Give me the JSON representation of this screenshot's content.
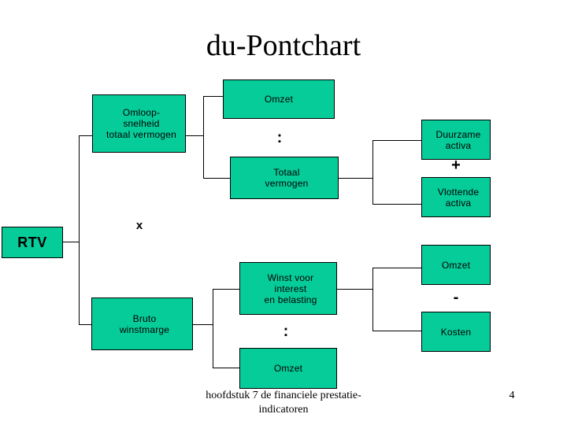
{
  "slide": {
    "title": "du-Pontchart",
    "background_color": "#ffffff",
    "node_fill_color": "#06CC99",
    "node_border_color": "#000000",
    "connector_color": "#000000"
  },
  "nodes": {
    "rtv": "RTV",
    "omloopsnelheid": "Omloop-\nsnelheid\ntotaal vermogen",
    "omloopsnelheid_line1": "Omloop-",
    "omloopsnelheid_line2": "snelheid",
    "omloopsnelheid_line3": "totaal vermogen",
    "omzet_top": "Omzet",
    "totaal_vermogen_line1": "Totaal",
    "totaal_vermogen_line2": "vermogen",
    "duurzame_activa_line1": "Duurzame",
    "duurzame_activa_line2": "activa",
    "vlottende_activa_line1": "Vlottende",
    "vlottende_activa_line2": "activa",
    "bruto_winstmarge_line1": "Bruto",
    "bruto_winstmarge_line2": "winstmarge",
    "winst_voor_line1": "Winst voor",
    "winst_voor_line2": "interest",
    "winst_voor_line3": "en belasting",
    "omzet_bottom": "Omzet",
    "omzet_right": "Omzet",
    "kosten": "Kosten"
  },
  "operators": {
    "divide_top": ":",
    "multiply": "x",
    "plus": "+",
    "minus": "-",
    "divide_bottom": ":"
  },
  "footer": {
    "text_line1": "hoofdstuk 7  de financiele prestatie-",
    "text_line2": "indicatoren",
    "page_number": "4"
  }
}
